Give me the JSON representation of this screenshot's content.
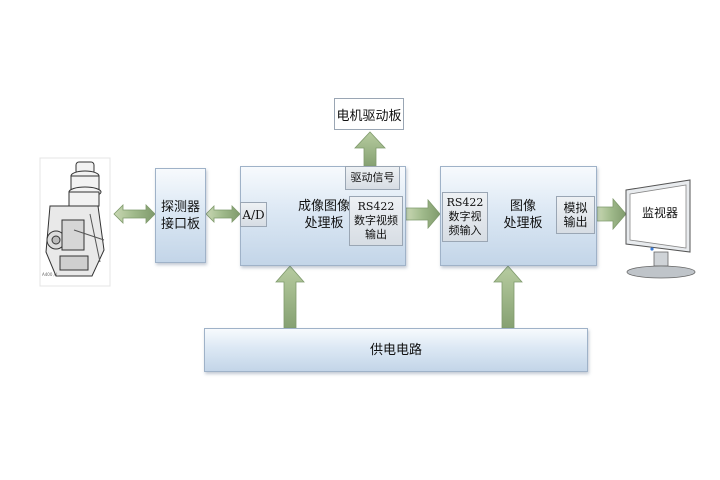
{
  "blocks": {
    "detector_interface": "探测器\n接口板",
    "imaging_board": "成像图像\n处理板",
    "ad": "A/D",
    "drive_signal": "驱动信号",
    "rs422_out": "RS422\n数字视频\n输出",
    "motor_driver": "电机驱动板",
    "rs422_in": "RS422\n数字视\n频输入",
    "image_board": "图像\n处理板",
    "analog_out": "模拟\n输出",
    "monitor": "监视器",
    "power": "供电电路"
  },
  "camera_caption": "A400 / L"
}
